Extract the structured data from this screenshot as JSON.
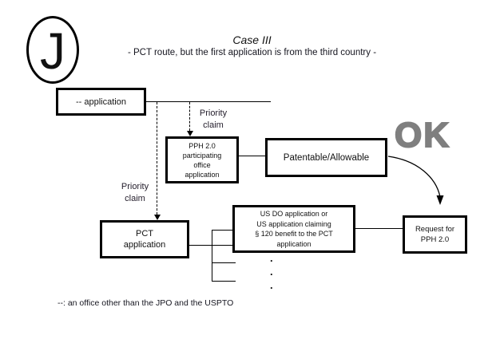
{
  "slide": {
    "logo_letter": "J",
    "title": "Case III",
    "subtitle": "- PCT route, but the first application is from the third country -",
    "ok_label": "OK",
    "footnote": "--: an office other than the JPO and the USPTO",
    "colors": {
      "ok_gray": "#7f7f7f",
      "line": "#000000",
      "background": "#ffffff"
    }
  },
  "labels": {
    "priority_claim_top": "Priority\nclaim",
    "priority_claim_left": "Priority\nclaim",
    "vertical_dots": ".\n.\n."
  },
  "boxes": {
    "application": {
      "label": "-- application"
    },
    "pph_participating": {
      "label": "PPH 2.0\nparticipating\noffice\napplication"
    },
    "patentable": {
      "label": "Patentable/Allowable"
    },
    "pct": {
      "label": "PCT\napplication"
    },
    "us_do": {
      "label": "US DO application or\nUS application claiming\n§ 120 benefit to the PCT\napplication"
    },
    "request": {
      "label": "Request for\nPPH 2.0"
    }
  }
}
